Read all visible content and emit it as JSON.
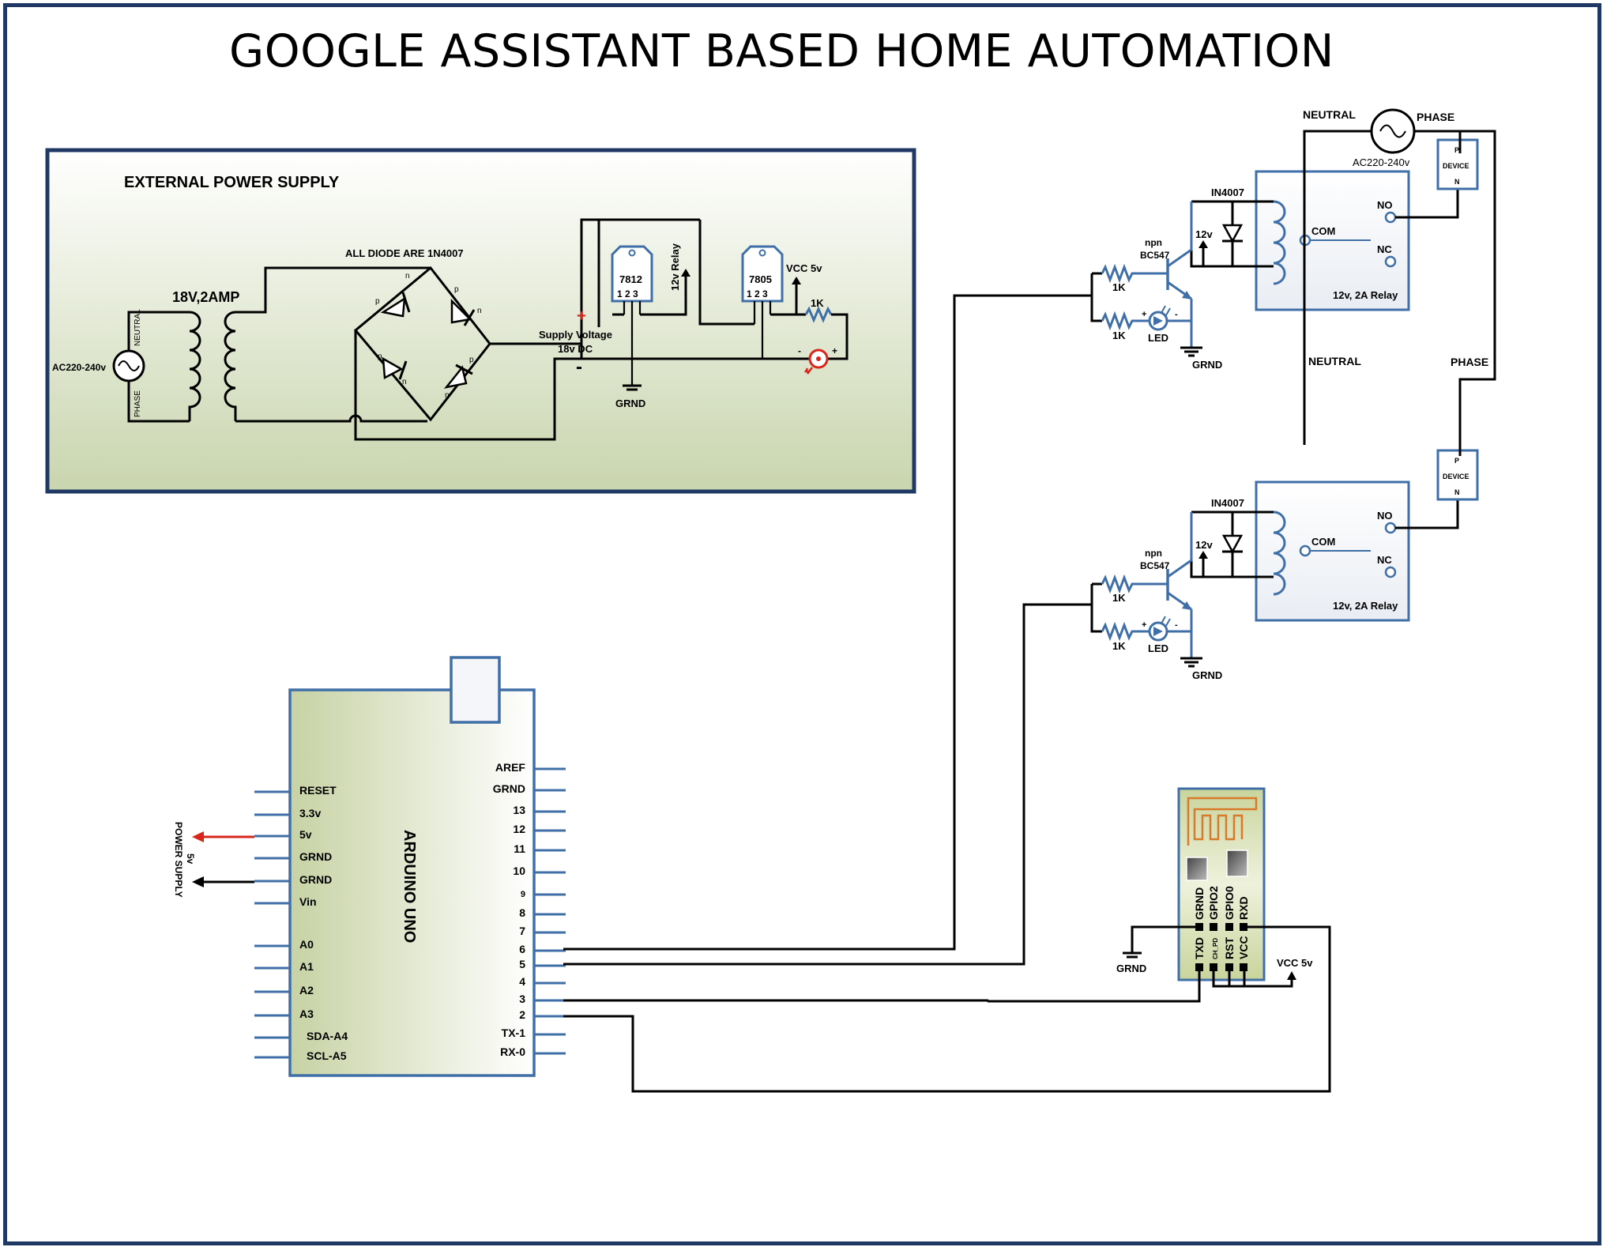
{
  "title": "GOOGLE ASSISTANT BASED HOME AUTOMATION",
  "colors": {
    "frame": "#1f3864",
    "component_blue": "#3f6fa6",
    "power_red": "#d9261c",
    "antenna_orange": "#d97a2b"
  },
  "power_supply": {
    "heading": "EXTERNAL POWER SUPPLY",
    "transformer": "18V,2AMP",
    "ac_source": "AC220-240v",
    "neutral": "NEUTRAL",
    "phase": "PHASE",
    "diode_note": "ALL DIODE ARE 1N4007",
    "diode_p": "p",
    "diode_n": "n",
    "plus": "+",
    "minus": "-",
    "supply_voltage": "Supply Voltage",
    "supply_dc": "18v DC",
    "reg1": "7812",
    "reg2": "7805",
    "reg_pins": "1 2 3",
    "relay_12v": "12v Relay",
    "vcc": "VCC 5v",
    "resistor": "1K",
    "ground": "GRND"
  },
  "relays": [
    {
      "diode": "IN4007",
      "transistor_type": "npn",
      "transistor": "BC547",
      "supply": "12v",
      "res1": "1K",
      "res2": "1K",
      "led": "LED",
      "ground": "GRND",
      "com": "COM",
      "no": "NO",
      "nc": "NC",
      "rating": "12v, 2A Relay",
      "device": "DEVICE",
      "p": "P",
      "n": "N"
    },
    {
      "diode": "IN4007",
      "transistor_type": "npn",
      "transistor": "BC547",
      "supply": "12v",
      "res1": "1K",
      "res2": "1K",
      "led": "LED",
      "ground": "GRND",
      "com": "COM",
      "no": "NO",
      "nc": "NC",
      "rating": "12v, 2A Relay",
      "device": "DEVICE",
      "p": "P",
      "n": "N"
    }
  ],
  "mains": {
    "neutral": "NEUTRAL",
    "phase": "PHASE",
    "source": "AC220-240v",
    "neutral_mid": "NEUTRAL",
    "phase_mid": "PHASE"
  },
  "arduino": {
    "name": "ARDUINO UNO",
    "left_pins": [
      "RESET",
      "3.3v",
      "5v",
      "GRND",
      "GRND",
      "Vin",
      "A0",
      "A1",
      "A2",
      "A3",
      "SDA-A4",
      "SCL-A5"
    ],
    "right_pins": [
      "AREF",
      "GRND",
      "13",
      "12",
      "11",
      "10",
      "9",
      "8",
      "7",
      "6",
      "5",
      "4",
      "3",
      "2",
      "TX-1",
      "RX-0"
    ],
    "power_label_1": "5v",
    "power_label_2": "POWER SUPPLY"
  },
  "esp": {
    "top_pins": [
      "GRND",
      "GPIO2",
      "GPIO0",
      "RXD"
    ],
    "bottom_pins": [
      "TXD",
      "CH_PD",
      "RST",
      "VCC"
    ],
    "ground": "GRND",
    "vcc": "VCC 5v"
  }
}
